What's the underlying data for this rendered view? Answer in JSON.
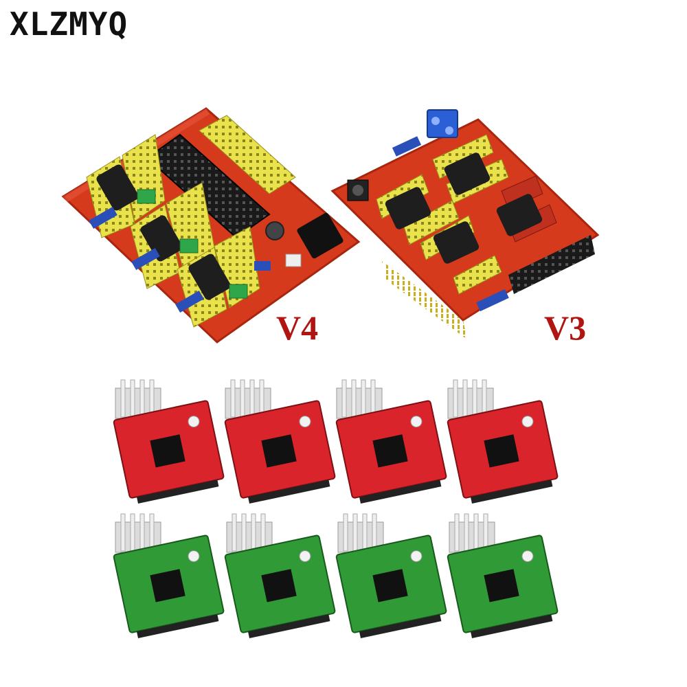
{
  "brand": "XLZMYQ",
  "labels": {
    "v4": "V4",
    "v3": "V3"
  },
  "colors": {
    "pcb_red": "#d63a1c",
    "pcb_red_dark": "#a8260f",
    "header_yellow": "#e9e24a",
    "driver_red": "#d8242a",
    "driver_green": "#2f9a36",
    "heatsink": "#dcdcdc",
    "version_text": "#b01512"
  },
  "products": [
    {
      "name": "cnc-shield-v4",
      "label": "V4"
    },
    {
      "name": "cnc-shield-v3",
      "label": "V3"
    },
    {
      "name": "stepper-driver-red",
      "count": 4
    },
    {
      "name": "stepper-driver-green",
      "count": 4
    },
    {
      "name": "heatsink",
      "count": 8
    }
  ]
}
